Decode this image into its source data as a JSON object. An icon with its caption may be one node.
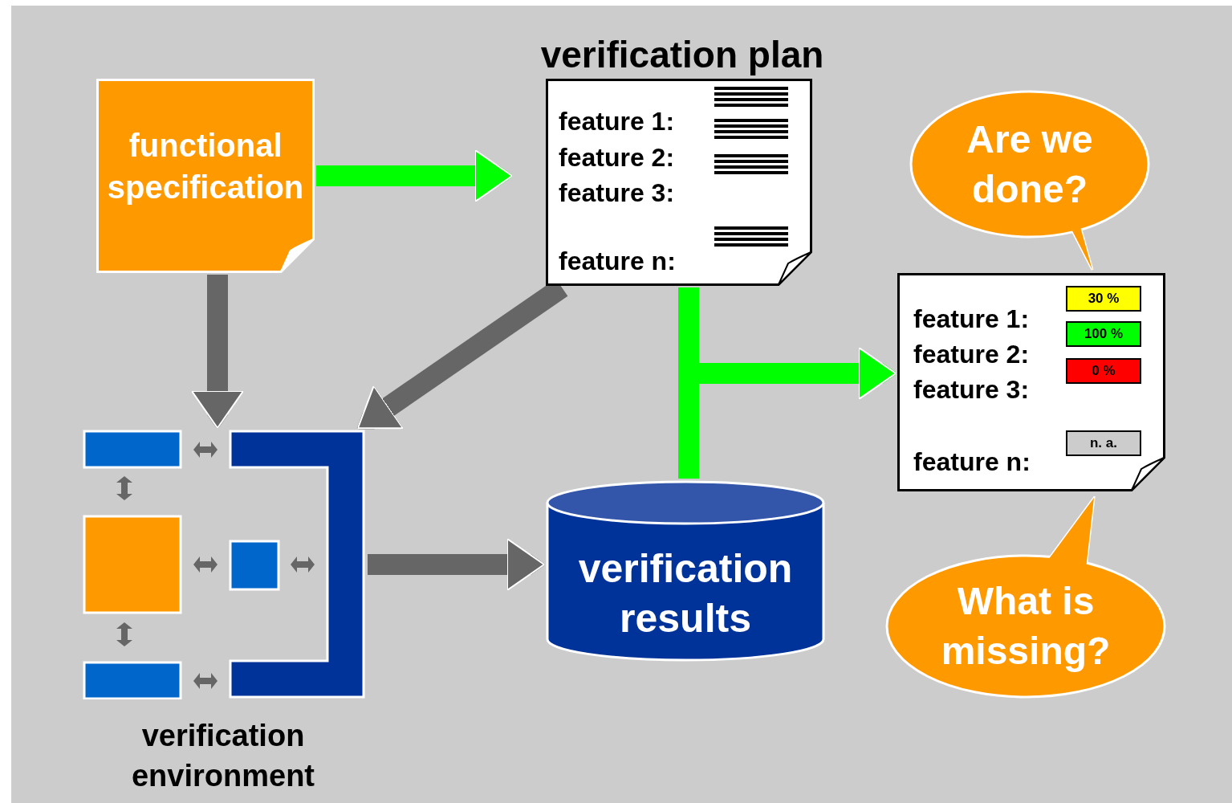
{
  "diagram": {
    "nodes": [
      {
        "text": [
          "functional specification"
        ]
      },
      {
        "text": [
          "verification plan",
          "feature 1:",
          "feature 2:",
          "feature 3:",
          "feature n:"
        ]
      },
      {
        "text": [],
        "shape": "picture",
        "beside": [
          "verification environment"
        ]
      },
      {
        "text": [
          "verification results"
        ]
      },
      {
        "text": [
          "feature 1:",
          "feature 2:",
          "feature 3:",
          "feature n:",
          "30 %",
          "100 %",
          "0 %",
          "n. a."
        ]
      },
      {
        "text": [
          "Are we done?"
        ]
      },
      {
        "text": [
          "What is missing?"
        ]
      }
    ],
    "edges": [
      {
        "from": 0,
        "to": 1,
        "arrow": "to",
        "color": "#00ff00"
      },
      {
        "from": 0,
        "to": 2,
        "arrow": "to",
        "color": "#666666"
      },
      {
        "from": 1,
        "to": 2,
        "arrow": "to",
        "color": "#666666"
      },
      {
        "from": 2,
        "to": 3,
        "arrow": "to",
        "color": "#666666"
      },
      {
        "from": 1,
        "to": 4,
        "arrow": "to",
        "color": "#00ff00"
      },
      {
        "from": 3,
        "to": 4,
        "arrow": "to",
        "color": "#00ff00"
      }
    ]
  }
}
